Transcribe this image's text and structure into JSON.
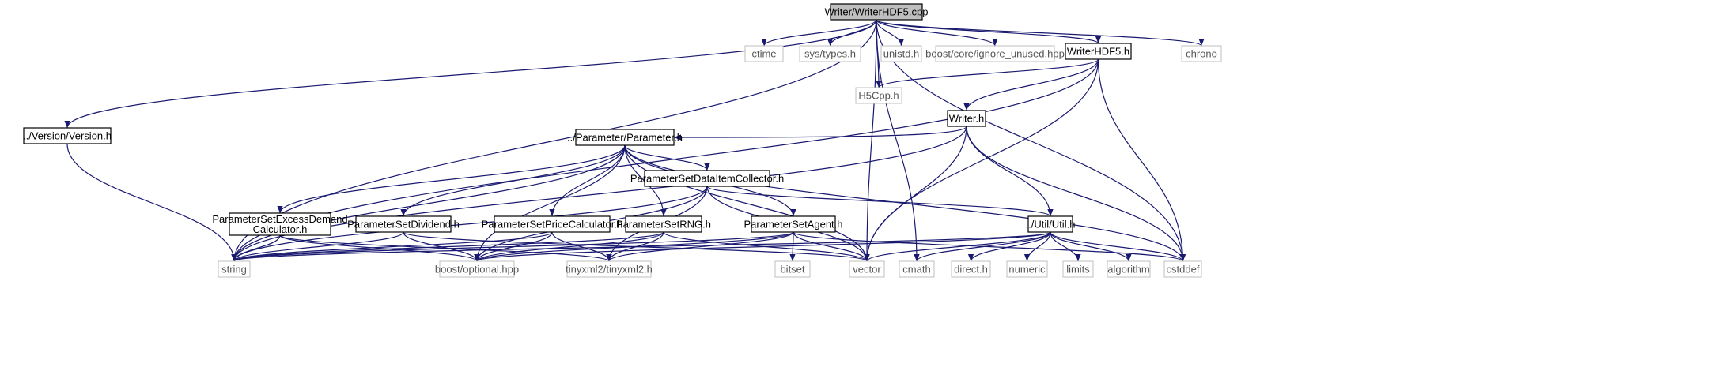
{
  "diagram": {
    "nodes": [
      {
        "id": "root",
        "lines": [
          "Writer/WriterHDF5.cpp"
        ],
        "kind": "root"
      },
      {
        "id": "versionh",
        "lines": [
          "../Version/Version.h"
        ],
        "kind": "doc"
      },
      {
        "id": "ctime",
        "lines": [
          "ctime"
        ],
        "kind": "ext"
      },
      {
        "id": "systypes",
        "lines": [
          "sys/types.h"
        ],
        "kind": "ext"
      },
      {
        "id": "unistd",
        "lines": [
          "unistd.h"
        ],
        "kind": "ext"
      },
      {
        "id": "ignoreunused",
        "lines": [
          "boost/core/ignore_unused.hpp"
        ],
        "kind": "ext"
      },
      {
        "id": "writerhdf5h",
        "lines": [
          "WriterHDF5.h"
        ],
        "kind": "doc"
      },
      {
        "id": "chrono",
        "lines": [
          "chrono"
        ],
        "kind": "ext"
      },
      {
        "id": "h5cpp",
        "lines": [
          "H5Cpp.h"
        ],
        "kind": "ext"
      },
      {
        "id": "writerh",
        "lines": [
          "Writer.h"
        ],
        "kind": "doc"
      },
      {
        "id": "parameterh",
        "lines": [
          "../Parameter/Parameter.h"
        ],
        "kind": "doc"
      },
      {
        "id": "psdic",
        "lines": [
          "ParameterSetDataItemCollector.h"
        ],
        "kind": "doc"
      },
      {
        "id": "psedc",
        "lines": [
          "ParameterSetExcessDemand",
          "Calculator.h"
        ],
        "kind": "doc"
      },
      {
        "id": "psdiv",
        "lines": [
          "ParameterSetDividend.h"
        ],
        "kind": "doc"
      },
      {
        "id": "pspc",
        "lines": [
          "ParameterSetPriceCalculator.h"
        ],
        "kind": "doc"
      },
      {
        "id": "psrng",
        "lines": [
          "ParameterSetRNG.h"
        ],
        "kind": "doc"
      },
      {
        "id": "psagent",
        "lines": [
          "ParameterSetAgent.h"
        ],
        "kind": "doc"
      },
      {
        "id": "utilh",
        "lines": [
          "../Util/Util.h"
        ],
        "kind": "doc"
      },
      {
        "id": "string",
        "lines": [
          "string"
        ],
        "kind": "ext"
      },
      {
        "id": "optional",
        "lines": [
          "boost/optional.hpp"
        ],
        "kind": "ext"
      },
      {
        "id": "tinyxml2",
        "lines": [
          "tinyxml2/tinyxml2.h"
        ],
        "kind": "ext"
      },
      {
        "id": "bitset",
        "lines": [
          "bitset"
        ],
        "kind": "ext"
      },
      {
        "id": "vector",
        "lines": [
          "vector"
        ],
        "kind": "ext"
      },
      {
        "id": "cmath",
        "lines": [
          "cmath"
        ],
        "kind": "ext"
      },
      {
        "id": "directh",
        "lines": [
          "direct.h"
        ],
        "kind": "ext"
      },
      {
        "id": "numeric",
        "lines": [
          "numeric"
        ],
        "kind": "ext"
      },
      {
        "id": "limits",
        "lines": [
          "limits"
        ],
        "kind": "ext"
      },
      {
        "id": "algorithm",
        "lines": [
          "algorithm"
        ],
        "kind": "ext"
      },
      {
        "id": "cstddef",
        "lines": [
          "cstddef"
        ],
        "kind": "ext"
      }
    ],
    "edges": [
      [
        "root",
        "versionh"
      ],
      [
        "root",
        "ctime"
      ],
      [
        "root",
        "systypes"
      ],
      [
        "root",
        "unistd"
      ],
      [
        "root",
        "ignoreunused"
      ],
      [
        "root",
        "writerhdf5h"
      ],
      [
        "root",
        "chrono"
      ],
      [
        "root",
        "h5cpp"
      ],
      [
        "root",
        "string"
      ],
      [
        "root",
        "vector"
      ],
      [
        "root",
        "cstddef"
      ],
      [
        "root",
        "cmath"
      ],
      [
        "versionh",
        "string"
      ],
      [
        "writerhdf5h",
        "h5cpp"
      ],
      [
        "writerhdf5h",
        "writerh"
      ],
      [
        "writerhdf5h",
        "string"
      ],
      [
        "writerhdf5h",
        "vector"
      ],
      [
        "writerhdf5h",
        "cstddef"
      ],
      [
        "writerh",
        "parameterh"
      ],
      [
        "writerh",
        "string"
      ],
      [
        "writerh",
        "vector"
      ],
      [
        "writerh",
        "utilh"
      ],
      [
        "writerh",
        "cstddef"
      ],
      [
        "parameterh",
        "psdic"
      ],
      [
        "parameterh",
        "psedc"
      ],
      [
        "parameterh",
        "psdiv"
      ],
      [
        "parameterh",
        "pspc"
      ],
      [
        "parameterh",
        "psrng"
      ],
      [
        "parameterh",
        "psagent"
      ],
      [
        "parameterh",
        "string"
      ],
      [
        "parameterh",
        "optional"
      ],
      [
        "parameterh",
        "vector"
      ],
      [
        "parameterh",
        "cstddef"
      ],
      [
        "psdic",
        "utilh"
      ],
      [
        "psdic",
        "string"
      ],
      [
        "psdic",
        "optional"
      ],
      [
        "psdic",
        "tinyxml2"
      ],
      [
        "psdic",
        "vector"
      ],
      [
        "psedc",
        "string"
      ],
      [
        "psedc",
        "optional"
      ],
      [
        "psedc",
        "tinyxml2"
      ],
      [
        "psdiv",
        "string"
      ],
      [
        "psdiv",
        "optional"
      ],
      [
        "psdiv",
        "vector"
      ],
      [
        "pspc",
        "string"
      ],
      [
        "pspc",
        "optional"
      ],
      [
        "pspc",
        "tinyxml2"
      ],
      [
        "psrng",
        "string"
      ],
      [
        "psrng",
        "optional"
      ],
      [
        "psrng",
        "tinyxml2"
      ],
      [
        "psrng",
        "vector"
      ],
      [
        "psagent",
        "string"
      ],
      [
        "psagent",
        "optional"
      ],
      [
        "psagent",
        "tinyxml2"
      ],
      [
        "psagent",
        "bitset"
      ],
      [
        "psagent",
        "vector"
      ],
      [
        "psagent",
        "cstddef"
      ],
      [
        "utilh",
        "string"
      ],
      [
        "utilh",
        "optional"
      ],
      [
        "utilh",
        "vector"
      ],
      [
        "utilh",
        "cmath"
      ],
      [
        "utilh",
        "directh"
      ],
      [
        "utilh",
        "numeric"
      ],
      [
        "utilh",
        "limits"
      ],
      [
        "utilh",
        "algorithm"
      ],
      [
        "utilh",
        "cstddef"
      ]
    ]
  }
}
